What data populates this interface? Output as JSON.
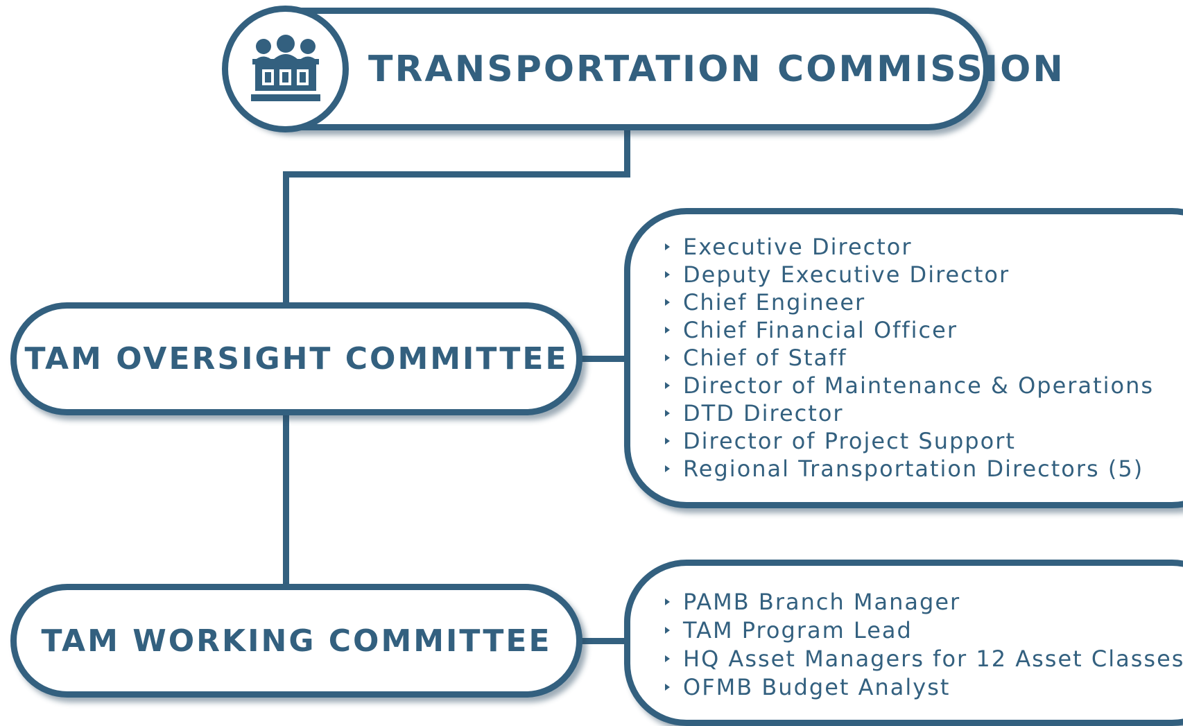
{
  "colors": {
    "primary": "#33607f",
    "background": "#ffffff"
  },
  "top_node": {
    "title": "TRANSPORTATION COMMISSION",
    "icon": "commission-bench-icon"
  },
  "oversight_committee": {
    "title": "TAM OVERSIGHT COMMITTEE",
    "members": [
      "Executive Director",
      "Deputy Executive Director",
      "Chief Engineer",
      "Chief Financial Officer",
      "Chief of Staff",
      "Director of Maintenance & Operations",
      "DTD Director",
      "Director of Project Support",
      "Regional Transportation Directors (5)"
    ]
  },
  "working_committee": {
    "title": "TAM WORKING COMMITTEE",
    "members": [
      "PAMB Branch Manager",
      "TAM Program Lead",
      "HQ Asset Managers for 12 Asset Classes",
      "OFMB Budget Analyst"
    ]
  }
}
